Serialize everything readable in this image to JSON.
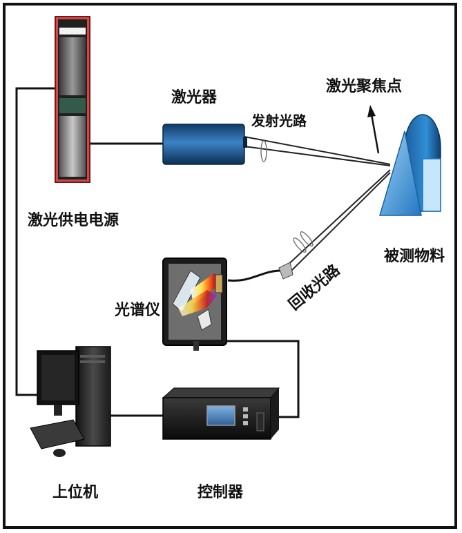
{
  "labels": {
    "power_supply": "激光供电电源",
    "laser": "激光器",
    "emit_path": "发射光路",
    "focus_point": "激光聚焦点",
    "sample": "被测物料",
    "return_path": "回收光路",
    "spectrometer": "光谱仪",
    "host_computer": "上位机",
    "controller": "控制器"
  },
  "colors": {
    "frame": "#111111",
    "wire": "#111111",
    "laser_body": "#1e5f9e",
    "power_rim": "#8b1e1e",
    "sample_blue": "#2f8fd6"
  }
}
